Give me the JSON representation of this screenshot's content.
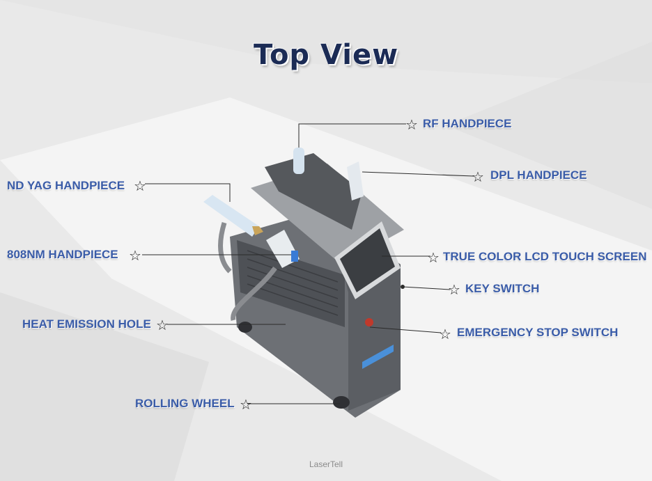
{
  "title": "Top View",
  "labels": {
    "rf_handpiece": "RF HANDPIECE",
    "dpl_handpiece": "DPL HANDPIECE",
    "nd_yag_handpiece": "ND YAG HANDPIECE",
    "handpiece_808nm": "808NM HANDPIECE",
    "lcd_touch_screen": "TRUE COLOR LCD TOUCH SCREEN",
    "key_switch": "KEY SWITCH",
    "heat_emission_hole": "HEAT EMISSION HOLE",
    "emergency_stop_switch": "EMERGENCY STOP SWITCH",
    "rolling_wheel": "ROLLING WHEEL"
  },
  "star_glyph": "☆",
  "watermark": "LaserTell",
  "colors": {
    "title": "#1b2b55",
    "label": "#3a5ca8",
    "background": "#e9e9e9",
    "device_body": "#6f7277",
    "device_top": "#9a9da1",
    "accent_blue": "#4a90d9",
    "emergency_red": "#c0392b"
  }
}
